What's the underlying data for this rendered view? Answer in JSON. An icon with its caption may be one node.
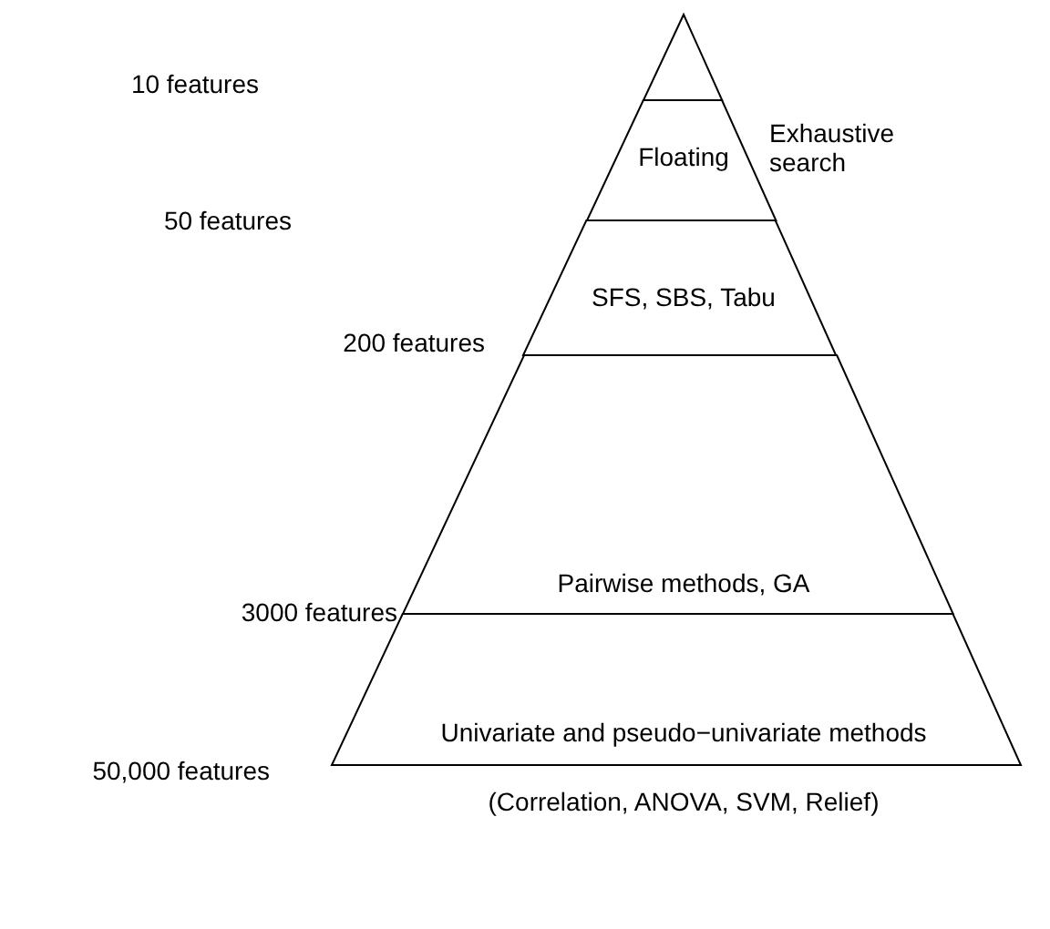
{
  "diagram": {
    "nodes": [
      {
        "text": [],
        "shape": "triangle"
      },
      {
        "text": [
          "Floating"
        ]
      },
      {
        "text": [
          "SFS, SBS, Tabu"
        ]
      },
      {
        "text": [
          "Pairwise methods, GA"
        ]
      },
      {
        "text": [
          "Univariate and pseudo−univariate methods"
        ],
        "beside": [
          "(Correlation, ANOVA, SVM, Relief)"
        ]
      }
    ],
    "labels": [
      "10 features",
      "Exhaustive search",
      "50 features",
      "200 features",
      "3000 features",
      "50,000 features"
    ]
  }
}
